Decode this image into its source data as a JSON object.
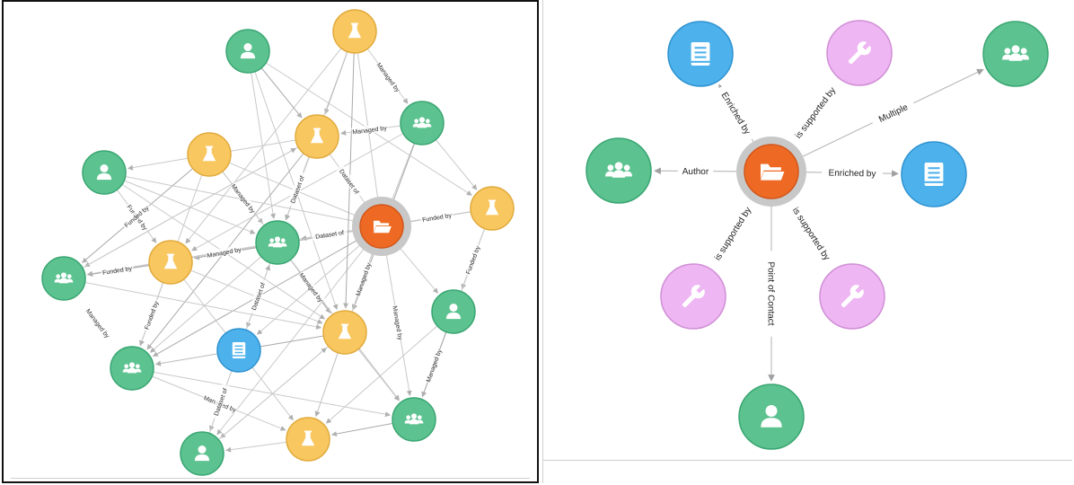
{
  "colors": {
    "person": "#5cc28f",
    "person_stroke": "#3aa672",
    "group": "#5cc28f",
    "flask": "#f9c75f",
    "flask_stroke": "#e0aa3d",
    "folder": "#ee6a24",
    "folder_stroke": "#d1561a",
    "halo": "#c8c8c8",
    "document": "#4db1ec",
    "document_stroke": "#2f93d0",
    "wrench": "#eeb6f2",
    "wrench_stroke": "#d08fd6",
    "edge": "#c9c9c9",
    "edge_dark": "#a9a9a9"
  },
  "left_graph": {
    "edge_labels": [
      "Managed by",
      "Managed by",
      "Funded by",
      "Funded by",
      "Funded by",
      "Managed by",
      "Managed by",
      "Dataset of",
      "Dataset of",
      "Dataset of",
      "Funded by",
      "Managed by",
      "Managed by",
      "Managed by",
      "Funded by",
      "Managed by",
      "Dataset of",
      "Dataset of",
      "Managed by",
      "Funded by",
      "Managed by",
      "Managed by"
    ]
  },
  "right_graph": {
    "edge_labels": {
      "enriched_top": "Enriched by",
      "supported_top": "is supported by",
      "multiple": "Multiple",
      "author": "Author",
      "enriched_right": "Enriched by",
      "supported_left": "is supported by",
      "supported_right": "is supported by",
      "point_of_contact": "Point of Contact"
    }
  }
}
